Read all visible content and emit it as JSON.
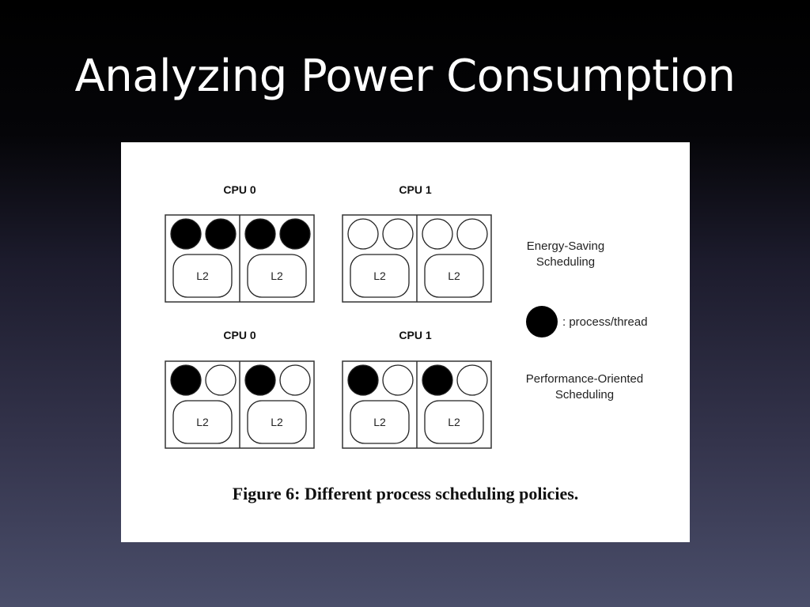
{
  "slide": {
    "title": "Analyzing Power Consumption"
  },
  "figure": {
    "caption": "Figure 6: Different process scheduling policies.",
    "cache_label": "L2",
    "legend_text": ": process/thread",
    "policies": [
      {
        "label_line1": "Energy-Saving",
        "label_line2": "Scheduling",
        "cpus": [
          {
            "label": "CPU 0",
            "threads": [
              true,
              true,
              true,
              true
            ]
          },
          {
            "label": "CPU 1",
            "threads": [
              false,
              false,
              false,
              false
            ]
          }
        ]
      },
      {
        "label_line1": "Performance-Oriented",
        "label_line2": "Scheduling",
        "cpus": [
          {
            "label": "CPU 0",
            "threads": [
              true,
              false,
              true,
              false
            ]
          },
          {
            "label": "CPU 1",
            "threads": [
              true,
              false,
              true,
              false
            ]
          }
        ]
      }
    ]
  }
}
